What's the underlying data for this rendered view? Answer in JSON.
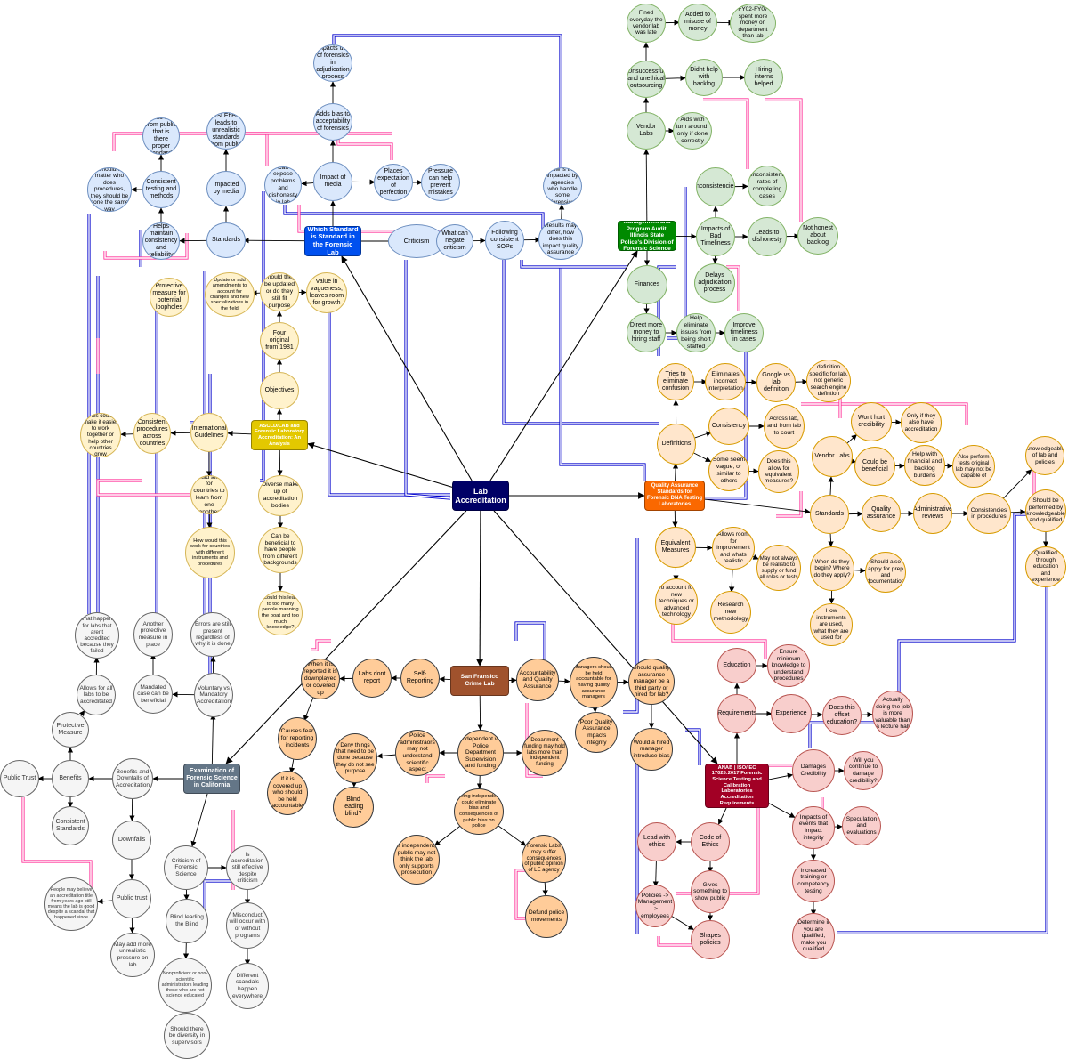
{
  "colors": {
    "edge": "#000000",
    "cross_link_blue": "#0000cc",
    "cross_link_pink": "#ff3399",
    "hub_center": "#000066",
    "hub_standard": "#0050ef",
    "hub_audit": "#008a00",
    "hub_aslcd": "#e3c800",
    "hub_quality": "#fa6800",
    "hub_sfcl": "#a0522d",
    "hub_examination": "#647687",
    "hub_anab": "#a20025"
  },
  "nodes": [
    {
      "id": "lab_accreditation",
      "label": "Lab Accreditation",
      "kind": "hub",
      "color": "#000066"
    },
    {
      "id": "which_standard",
      "label": "Which Standard is Standard in the Forensic Lab",
      "kind": "hub",
      "color": "#0050ef"
    },
    {
      "id": "criticism",
      "label": "Criticism",
      "kind": "blue"
    },
    {
      "id": "what_can_negate",
      "label": "What can negate criticism",
      "kind": "blue"
    },
    {
      "id": "following_sops",
      "label": "Following consistent SOPs",
      "kind": "blue"
    },
    {
      "id": "results_may_differ",
      "label": "Results may differ, how does this impact quality assurance",
      "kind": "blue"
    },
    {
      "id": "how_is_this_impacted",
      "label": "How is this impacted by agencies who handle some forensics",
      "kind": "blue"
    },
    {
      "id": "impact_of_media",
      "label": "Impact of media",
      "kind": "blue"
    },
    {
      "id": "can_expose",
      "label": "Can expose problems and dishonesty in lab",
      "kind": "blue"
    },
    {
      "id": "places_expectation",
      "label": "Places expectation of perfection",
      "kind": "blue"
    },
    {
      "id": "pressure_prevent",
      "label": "Pressure can help prevent mistakes",
      "kind": "blue"
    },
    {
      "id": "adds_bias",
      "label": "Adds bias to acceptability of forensics",
      "kind": "blue"
    },
    {
      "id": "impacts_use",
      "label": "Impacts use of forensics in adjudication process",
      "kind": "blue"
    },
    {
      "id": "standards_blue",
      "label": "Standards",
      "kind": "blue"
    },
    {
      "id": "impacted_by_media",
      "label": "Impacted by media",
      "kind": "blue"
    },
    {
      "id": "csi_effect",
      "label": "CSI Effect leads to unrealistic standards from public",
      "kind": "blue"
    },
    {
      "id": "consistent_testing",
      "label": "Consistent testing and methods",
      "kind": "blue"
    },
    {
      "id": "builds_trust",
      "label": "Builds trust from public that is there proper standards",
      "kind": "blue"
    },
    {
      "id": "shouldnt_matter",
      "label": "Shouldnt matter who does procedures, they should be done the same way",
      "kind": "blue"
    },
    {
      "id": "helps_maintain",
      "label": "Helps maintain consistency and reliability",
      "kind": "blue"
    },
    {
      "id": "management_audit",
      "label": "Management and Program Audit, Illinois State Police's Division of Forensic Science",
      "kind": "hub",
      "color": "#008a00"
    },
    {
      "id": "vendor_labs_green",
      "label": "Vendor Labs",
      "kind": "green"
    },
    {
      "id": "unsuccessful",
      "label": "Unsuccessful and unethical outsourcing",
      "kind": "green"
    },
    {
      "id": "fined",
      "label": "Fined everyday the vendor lab was late",
      "kind": "green"
    },
    {
      "id": "added_misuse",
      "label": "Added to misuse of money",
      "kind": "green"
    },
    {
      "id": "fy02",
      "label": "FY02-FY07 spent more money on department than lab",
      "kind": "green"
    },
    {
      "id": "didnt_help",
      "label": "Didnt help with backlog",
      "kind": "green"
    },
    {
      "id": "hiring_interns",
      "label": "Hiring interns helped",
      "kind": "green"
    },
    {
      "id": "aids_turn",
      "label": "Aids with turn around, only if done correctly",
      "kind": "green"
    },
    {
      "id": "inconsistencies",
      "label": "Inconsistencies",
      "kind": "green"
    },
    {
      "id": "inconsistent_rates",
      "label": "Inconsistent rates of completing cases",
      "kind": "green"
    },
    {
      "id": "impacts_bad",
      "label": "Impacts of Bad Timeliness",
      "kind": "green"
    },
    {
      "id": "leads_dishonesty",
      "label": "Leads to dishonesty",
      "kind": "green"
    },
    {
      "id": "not_honest",
      "label": "Not honest about backlog",
      "kind": "green"
    },
    {
      "id": "finances",
      "label": "Finances",
      "kind": "green"
    },
    {
      "id": "delays",
      "label": "Delays adjudication process",
      "kind": "green"
    },
    {
      "id": "direct_money",
      "label": "Direct more money to hiring staff",
      "kind": "green"
    },
    {
      "id": "help_eliminate",
      "label": "Help eliminate issues from being short staffed",
      "kind": "green"
    },
    {
      "id": "improve_timeliness",
      "label": "Improve timeliness in cases",
      "kind": "green"
    },
    {
      "id": "aslcd",
      "label": "ASCLD/LAB and Forensic Laboratory Accreditation: An Analysis",
      "kind": "hub",
      "color": "#e3c800"
    },
    {
      "id": "objectives",
      "label": "Objectives",
      "kind": "yellow"
    },
    {
      "id": "four_original",
      "label": "Four original from 1981",
      "kind": "yellow"
    },
    {
      "id": "should_updated",
      "label": "Should they be updated or do they still fit purpose",
      "kind": "yellow"
    },
    {
      "id": "update_amendments",
      "label": "Update or add amendments to account for changes and new specializations in the field",
      "kind": "yellow"
    },
    {
      "id": "value_vagueness",
      "label": "Value in vagueness; leaves room for growth",
      "kind": "yellow"
    },
    {
      "id": "protective_loopholes",
      "label": "Protective measure for potential loopholes",
      "kind": "yellow"
    },
    {
      "id": "international",
      "label": "International Guidelines",
      "kind": "yellow"
    },
    {
      "id": "consistent_procedures",
      "label": "Consistent procedures across countries",
      "kind": "yellow"
    },
    {
      "id": "could_make_easier",
      "label": "This could make it easier to work together or help other countries grow",
      "kind": "yellow"
    },
    {
      "id": "could_allow",
      "label": "Could allow for countries to learn from one another",
      "kind": "yellow"
    },
    {
      "id": "how_would_work",
      "label": "How would this work for countries with different instruments and procedures",
      "kind": "yellow"
    },
    {
      "id": "diverse_makeup",
      "label": "Diverse make up of accreditation bodies",
      "kind": "yellow"
    },
    {
      "id": "can_be_beneficial",
      "label": "Can be beneficial to have people from different backgrounds",
      "kind": "yellow"
    },
    {
      "id": "too_many_people",
      "label": "Could this lead to too many people manning the boat and too much knowledge?",
      "kind": "yellow"
    },
    {
      "id": "quality_assurance",
      "label": "Quality Assurance Standards for Forensic DNA Testing Laboratories",
      "kind": "hub",
      "color": "#fa6800"
    },
    {
      "id": "tries_eliminate",
      "label": "Tries to eliminate confusion",
      "kind": "peach"
    },
    {
      "id": "eliminates_incorrect",
      "label": "Eliminates incorrect interpretation",
      "kind": "peach"
    },
    {
      "id": "google_vs_lab",
      "label": "Google vs lab definition",
      "kind": "peach"
    },
    {
      "id": "definition_specific",
      "label": "definition specific for lab, not generic search engine defintion",
      "kind": "peach"
    },
    {
      "id": "definitions",
      "label": "Definitions",
      "kind": "peach"
    },
    {
      "id": "consistency",
      "label": "Consistency",
      "kind": "peach"
    },
    {
      "id": "across_lab",
      "label": "Across lab, and from lab to court",
      "kind": "peach"
    },
    {
      "id": "some_seem",
      "label": "Some seem vague, or similar to others",
      "kind": "peach"
    },
    {
      "id": "does_allow",
      "label": "Does this allow for equivalent measures?",
      "kind": "peach"
    },
    {
      "id": "vendor_labs_peach",
      "label": "Vendor Labs",
      "kind": "peach"
    },
    {
      "id": "wont_hurt",
      "label": "Wont hurt credibility",
      "kind": "peach"
    },
    {
      "id": "only_if",
      "label": "Only if they also have accreditation",
      "kind": "peach"
    },
    {
      "id": "could_be_beneficial",
      "label": "Could be beneficial",
      "kind": "peach"
    },
    {
      "id": "help_financial",
      "label": "Help with financial and backlog burdens",
      "kind": "peach"
    },
    {
      "id": "also_perform",
      "label": "Also perform tests original lab may not be capable of",
      "kind": "peach"
    },
    {
      "id": "knowledgeable",
      "label": "Knowledgeable of lab and policies",
      "kind": "peach"
    },
    {
      "id": "standards_peach",
      "label": "Standards",
      "kind": "peach"
    },
    {
      "id": "quality_assurance_node",
      "label": "Quality assurance",
      "kind": "peach"
    },
    {
      "id": "admin_reviews",
      "label": "Administrative reviews",
      "kind": "peach"
    },
    {
      "id": "consistencies_procedures",
      "label": "Consistencies in procedures",
      "kind": "peach"
    },
    {
      "id": "should_performed",
      "label": "Should be performed by knowledgeable and qualified",
      "kind": "peach"
    },
    {
      "id": "qualified_through",
      "label": "Qualified through education and experience",
      "kind": "peach"
    },
    {
      "id": "equivalent_measures",
      "label": "Equivalent Measures",
      "kind": "peach"
    },
    {
      "id": "allows_room",
      "label": "Allows room for improvement and whats realistic",
      "kind": "peach"
    },
    {
      "id": "may_not_always",
      "label": "May not always be realistic to supply or fund all roles or tests",
      "kind": "peach"
    },
    {
      "id": "when_begin",
      "label": "When do they begin? Where do they apply?",
      "kind": "peach"
    },
    {
      "id": "should_also_apply",
      "label": "Should also apply for prep and documentation",
      "kind": "peach"
    },
    {
      "id": "how_instruments",
      "label": "How instruments are used, what they are used for",
      "kind": "peach"
    },
    {
      "id": "to_account",
      "label": "To account for new techniques or advanced technology",
      "kind": "peach"
    },
    {
      "id": "research_new",
      "label": "Research new methodology",
      "kind": "peach"
    },
    {
      "id": "sfcl",
      "label": "San Fransico Crime Lab",
      "kind": "hub",
      "color": "#a0522d"
    },
    {
      "id": "self_reporting",
      "label": "Self-Reporting",
      "kind": "orange"
    },
    {
      "id": "labs_dont_report",
      "label": "Labs dont report",
      "kind": "orange"
    },
    {
      "id": "when_reported",
      "label": "When it is reported it is downplayed or covered up",
      "kind": "orange"
    },
    {
      "id": "causes_fear",
      "label": "Causes fear for reporting incidents",
      "kind": "orange"
    },
    {
      "id": "if_covered",
      "label": "If it is covered up who should be held accountable",
      "kind": "orange"
    },
    {
      "id": "deny_things",
      "label": "Deny things that need to be done because they do not see purpose",
      "kind": "orange"
    },
    {
      "id": "blind_leading_orange",
      "label": "Blind leading blind?",
      "kind": "orange"
    },
    {
      "id": "police_admin",
      "label": "Police administraors may not understand scientific aspect",
      "kind": "orange"
    },
    {
      "id": "independent_vs",
      "label": "Independent vs Police Department Supervision and funding",
      "kind": "orange"
    },
    {
      "id": "dept_funding",
      "label": "Department funding may hold labs more than independent funding",
      "kind": "orange"
    },
    {
      "id": "being_independent",
      "label": "Being independent could eliminate bias and consequences of public bias on police",
      "kind": "orange"
    },
    {
      "id": "if_independent",
      "label": "If independent, public may not think the lab only supports prosecution",
      "kind": "orange"
    },
    {
      "id": "forensic_labs_suffer",
      "label": "Forensic Labs may suffer consequences of public opinion of LE agency",
      "kind": "orange"
    },
    {
      "id": "defund_police",
      "label": "Defund police movements",
      "kind": "orange"
    },
    {
      "id": "accountability_qa",
      "label": "Accountability and Quality Assurance",
      "kind": "orange"
    },
    {
      "id": "managers_held",
      "label": "Managers should be held accountable for having quality assurance managers",
      "kind": "orange"
    },
    {
      "id": "poor_quality",
      "label": "Poor Quality Assurance impacts integrity",
      "kind": "orange"
    },
    {
      "id": "should_qa_manager",
      "label": "Should quality assurance manager be a third party or hired for lab?",
      "kind": "orange"
    },
    {
      "id": "would_hired",
      "label": "Would a hired manager introduce bias",
      "kind": "orange"
    },
    {
      "id": "anab",
      "label": "ANAB | ISO/IEC 17025:2017 Forensic Science Testing and Calibration Laboratories Accreditation Requirements",
      "kind": "hub",
      "color": "#a20025"
    },
    {
      "id": "education",
      "label": "Education",
      "kind": "pink"
    },
    {
      "id": "ensure_minimum",
      "label": "Ensure minimum knowledge to understand procedures",
      "kind": "pink"
    },
    {
      "id": "requirements",
      "label": "Requirements",
      "kind": "pink"
    },
    {
      "id": "experience",
      "label": "Experience",
      "kind": "pink"
    },
    {
      "id": "does_offset",
      "label": "Does this offset education?",
      "kind": "pink"
    },
    {
      "id": "actually_doing",
      "label": "Actually doing the job is more valuable than a lecture hall",
      "kind": "pink"
    },
    {
      "id": "damages_credibility",
      "label": "Damages Credibility",
      "kind": "pink"
    },
    {
      "id": "will_you_continue",
      "label": "Will you continue to damage credibility?",
      "kind": "pink"
    },
    {
      "id": "impacts_events",
      "label": "Impacts of events that impact integrity",
      "kind": "pink"
    },
    {
      "id": "speculation",
      "label": "Speculation and evaluations",
      "kind": "pink"
    },
    {
      "id": "increased_training",
      "label": "Increased training or competency testing",
      "kind": "pink"
    },
    {
      "id": "determine_qualified",
      "label": "Determine if you are qualified, make you qualified",
      "kind": "pink"
    },
    {
      "id": "lead_ethics",
      "label": "Lead with ethics",
      "kind": "pink"
    },
    {
      "id": "code_ethics",
      "label": "Code of Ethics",
      "kind": "pink"
    },
    {
      "id": "gives_something",
      "label": "Gives something to show public",
      "kind": "pink"
    },
    {
      "id": "policies_mgmt",
      "label": "Policies -> Management -> employees",
      "kind": "pink"
    },
    {
      "id": "shapes_policies",
      "label": "Shapes policies",
      "kind": "pink"
    },
    {
      "id": "examination",
      "label": "Examination of Forensic Science in California",
      "kind": "hub",
      "color": "#647687"
    },
    {
      "id": "benefits_downfalls",
      "label": "Benefits and Downfalls of Accreditation",
      "kind": "gray"
    },
    {
      "id": "benefits",
      "label": "Benefits",
      "kind": "gray"
    },
    {
      "id": "public_trust_left",
      "label": "Public Trust",
      "kind": "gray"
    },
    {
      "id": "consistent_standards",
      "label": "Consistent Standards",
      "kind": "gray"
    },
    {
      "id": "protective_measure",
      "label": "Protective Measure",
      "kind": "gray"
    },
    {
      "id": "allows_all_labs",
      "label": "Allows for all labs to be accreditated",
      "kind": "gray"
    },
    {
      "id": "what_happens",
      "label": "What happens for labs that arent accredited because they failed",
      "kind": "gray"
    },
    {
      "id": "mandated_case",
      "label": "Mandated case can be beneficial",
      "kind": "gray"
    },
    {
      "id": "another_protective",
      "label": "Another protective measure in place",
      "kind": "gray"
    },
    {
      "id": "voluntary_mandatory",
      "label": "Voluntary vs Mandatory Accreditation",
      "kind": "gray"
    },
    {
      "id": "errors_present",
      "label": "Errors are still present regardless of why it is done",
      "kind": "gray"
    },
    {
      "id": "downfalls",
      "label": "Downfalls",
      "kind": "gray"
    },
    {
      "id": "public_trust_2",
      "label": "Public trust",
      "kind": "gray"
    },
    {
      "id": "people_believe",
      "label": "People may believe an accreditation title from years ago still means the lab is good despite a scandal that happened since",
      "kind": "gray"
    },
    {
      "id": "may_add_pressure",
      "label": "May add more unrealistic pressure on lab",
      "kind": "gray"
    },
    {
      "id": "criticism_forensic",
      "label": "Criticism of Forensic Science",
      "kind": "gray"
    },
    {
      "id": "is_accreditation",
      "label": "Is accreditation still effective despite criticism",
      "kind": "gray"
    },
    {
      "id": "blind_leading_gray",
      "label": "Blind leading the Blind",
      "kind": "gray"
    },
    {
      "id": "misconduct",
      "label": "Misconduct will occur with or without programs",
      "kind": "gray"
    },
    {
      "id": "nonproficient",
      "label": "Nonproficient or non-scientific administrators leading those who are not science educated",
      "kind": "gray"
    },
    {
      "id": "different_scandals",
      "label": "Different scandals happen everywhere",
      "kind": "gray"
    },
    {
      "id": "diversity_supervisors",
      "label": "Should there be diversity in supervisors",
      "kind": "gray"
    }
  ]
}
